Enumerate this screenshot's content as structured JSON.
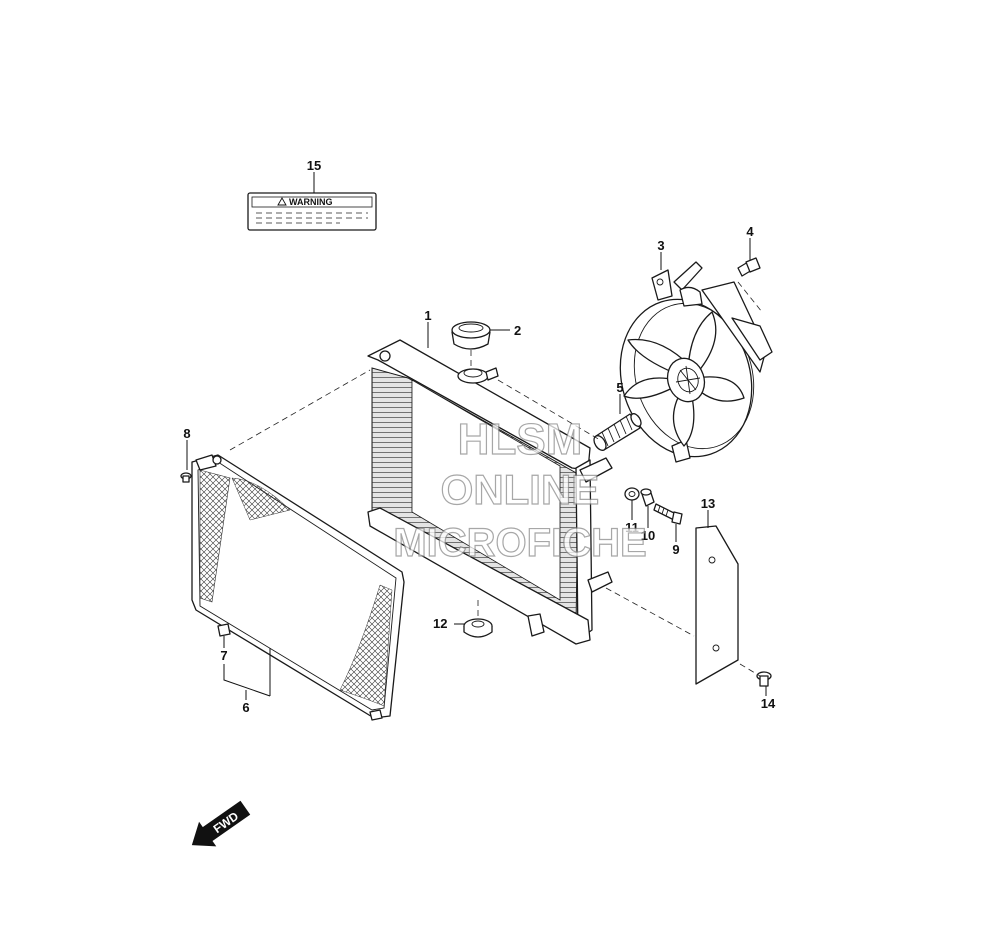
{
  "callouts": [
    {
      "id": "1",
      "label": "1",
      "part": "radiator"
    },
    {
      "id": "2",
      "label": "2",
      "part": "radiator-cap"
    },
    {
      "id": "3",
      "label": "3",
      "part": "cooling-fan"
    },
    {
      "id": "4",
      "label": "4",
      "part": "fan-bolt"
    },
    {
      "id": "5",
      "label": "5",
      "part": "fan-hose"
    },
    {
      "id": "6",
      "label": "6",
      "part": "radiator-guard"
    },
    {
      "id": "7",
      "label": "7",
      "part": "guard-grommet"
    },
    {
      "id": "8",
      "label": "8",
      "part": "guard-screw"
    },
    {
      "id": "9",
      "label": "9",
      "part": "mount-bolt"
    },
    {
      "id": "10",
      "label": "10",
      "part": "mount-collar"
    },
    {
      "id": "11",
      "label": "11",
      "part": "mount-cushion"
    },
    {
      "id": "12",
      "label": "12",
      "part": "lower-cushion"
    },
    {
      "id": "13",
      "label": "13",
      "part": "side-cover"
    },
    {
      "id": "14",
      "label": "14",
      "part": "cover-screw"
    },
    {
      "id": "15",
      "label": "15",
      "part": "warning-label"
    }
  ],
  "warning_label": {
    "heading": "WARNING"
  },
  "watermark": {
    "line1": "HLSM",
    "line2": "ONLINE",
    "line3": "MICROFICHE"
  },
  "direction_arrow": {
    "text": "FWD"
  }
}
